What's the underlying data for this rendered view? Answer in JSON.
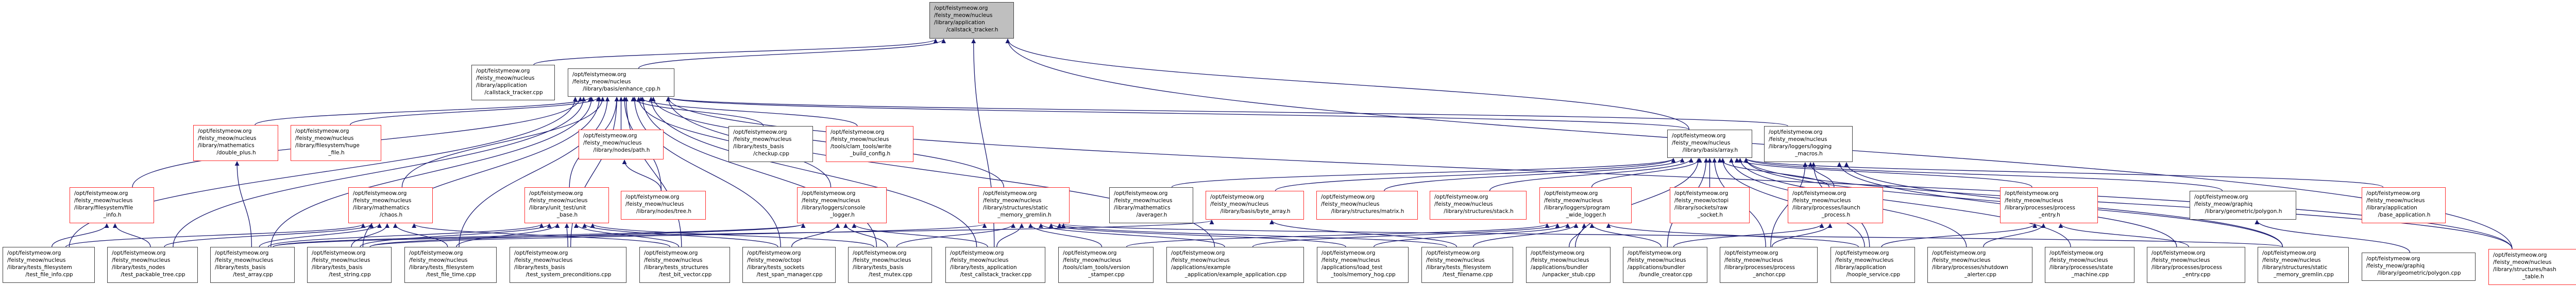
{
  "graph": {
    "colors": {
      "edge": "#191970",
      "root_fill": "#bfbfbf",
      "truncated_border": "#ff2a2a",
      "normal_border": "#404040"
    },
    "nodes": [
      {
        "id": "root",
        "style": "root",
        "lines": [
          "/opt/feistymeow.org",
          "/feisty_meow/nucleus",
          "/library/application",
          "/callstack_tracker.h"
        ]
      },
      {
        "id": "cst_cpp",
        "style": "normal",
        "lines": [
          "/opt/feistymeow.org",
          "/feisty_meow/nucleus",
          "/library/application",
          "/callstack_tracker.cpp"
        ]
      },
      {
        "id": "enhance",
        "style": "normal",
        "lines": [
          "/opt/feistymeow.org",
          "/feisty_meow/nucleus",
          "/library/basis/enhance_cpp.h"
        ]
      },
      {
        "id": "double_plus",
        "style": "truncated",
        "lines": [
          "/opt/feistymeow.org",
          "/feisty_meow/nucleus",
          "/library/mathematics",
          "/double_plus.h"
        ]
      },
      {
        "id": "huge_file",
        "style": "truncated",
        "lines": [
          "/opt/feistymeow.org",
          "/feisty_meow/nucleus",
          "/library/filesystem/huge",
          "_file.h"
        ]
      },
      {
        "id": "path",
        "style": "truncated",
        "lines": [
          "/opt/feistymeow.org",
          "/feisty_meow/nucleus",
          "/library/nodes/path.h"
        ]
      },
      {
        "id": "checkup",
        "style": "normal",
        "lines": [
          "/opt/feistymeow.org",
          "/feisty_meow/nucleus",
          "/library/tests_basis",
          "/checkup.cpp"
        ]
      },
      {
        "id": "write_build_config",
        "style": "truncated",
        "lines": [
          "/opt/feistymeow.org",
          "/feisty_meow/nucleus",
          "/tools/clam_tools/write",
          "_build_config.h"
        ]
      },
      {
        "id": "array",
        "style": "normal",
        "lines": [
          "/opt/feistymeow.org",
          "/feisty_meow/nucleus",
          "/library/basis/array.h"
        ]
      },
      {
        "id": "logging_macros",
        "style": "normal",
        "lines": [
          "/opt/feistymeow.org",
          "/feisty_meow/nucleus",
          "/library/loggers/logging",
          "_macros.h"
        ]
      },
      {
        "id": "file_info_h",
        "style": "truncated",
        "lines": [
          "/opt/feistymeow.org",
          "/feisty_meow/nucleus",
          "/library/filesystem/file",
          "_info.h"
        ]
      },
      {
        "id": "chaos",
        "style": "truncated",
        "lines": [
          "/opt/feistymeow.org",
          "/feisty_meow/nucleus",
          "/library/mathematics",
          "/chaos.h"
        ]
      },
      {
        "id": "unit_base",
        "style": "truncated",
        "lines": [
          "/opt/feistymeow.org",
          "/feisty_meow/nucleus",
          "/library/unit_test/unit",
          "_base.h"
        ]
      },
      {
        "id": "tree",
        "style": "truncated",
        "lines": [
          "/opt/feistymeow.org",
          "/feisty_meow/nucleus",
          "/library/nodes/tree.h"
        ]
      },
      {
        "id": "console_logger",
        "style": "truncated",
        "lines": [
          "/opt/feistymeow.org",
          "/feisty_meow/nucleus",
          "/library/loggers/console",
          "_logger.h"
        ]
      },
      {
        "id": "smg_h",
        "style": "truncated",
        "lines": [
          "/opt/feistymeow.org",
          "/feisty_meow/nucleus",
          "/library/structures/static",
          "_memory_gremlin.h"
        ]
      },
      {
        "id": "averager",
        "style": "normal",
        "lines": [
          "/opt/feistymeow.org",
          "/feisty_meow/nucleus",
          "/library/mathematics",
          "/averager.h"
        ]
      },
      {
        "id": "byte_array",
        "style": "truncated",
        "lines": [
          "/opt/feistymeow.org",
          "/feisty_meow/nucleus",
          "/library/basis/byte_array.h"
        ]
      },
      {
        "id": "matrix",
        "style": "truncated",
        "lines": [
          "/opt/feistymeow.org",
          "/feisty_meow/nucleus",
          "/library/structures/matrix.h"
        ]
      },
      {
        "id": "stack",
        "style": "truncated",
        "lines": [
          "/opt/feistymeow.org",
          "/feisty_meow/nucleus",
          "/library/structures/stack.h"
        ]
      },
      {
        "id": "pwl",
        "style": "truncated",
        "lines": [
          "/opt/feistymeow.org",
          "/feisty_meow/nucleus",
          "/library/loggers/program",
          "_wide_logger.h"
        ]
      },
      {
        "id": "raw_socket",
        "style": "truncated",
        "lines": [
          "/opt/feistymeow.org",
          "/feisty_meow/octopi",
          "/library/sockets/raw",
          "_socket.h"
        ]
      },
      {
        "id": "launch",
        "style": "truncated",
        "lines": [
          "/opt/feistymeow.org",
          "/feisty_meow/nucleus",
          "/library/processes/launch",
          "_process.h"
        ]
      },
      {
        "id": "pentry_h",
        "style": "truncated",
        "lines": [
          "/opt/feistymeow.org",
          "/feisty_meow/nucleus",
          "/library/processes/process",
          "_entry.h"
        ]
      },
      {
        "id": "polygon_h",
        "style": "normal",
        "lines": [
          "/opt/feistymeow.org",
          "/feisty_meow/graphiq",
          "/library/geometric/polygon.h"
        ]
      },
      {
        "id": "base_app",
        "style": "truncated",
        "lines": [
          "/opt/feistymeow.org",
          "/feisty_meow/nucleus",
          "/library/application",
          "/base_application.h"
        ]
      },
      {
        "id": "test_file_info",
        "style": "normal",
        "lines": [
          "/opt/feistymeow.org",
          "/feisty_meow/nucleus",
          "/library/tests_filesystem",
          "/test_file_info.cpp"
        ]
      },
      {
        "id": "test_packable_tree",
        "style": "normal",
        "lines": [
          "/opt/feistymeow.org",
          "/feisty_meow/nucleus",
          "/library/tests_nodes",
          "/test_packable_tree.cpp"
        ]
      },
      {
        "id": "test_array",
        "style": "normal",
        "lines": [
          "/opt/feistymeow.org",
          "/feisty_meow/nucleus",
          "/library/tests_basis",
          "/test_array.cpp"
        ]
      },
      {
        "id": "test_string",
        "style": "normal",
        "lines": [
          "/opt/feistymeow.org",
          "/feisty_meow/nucleus",
          "/library/tests_basis",
          "/test_string.cpp"
        ]
      },
      {
        "id": "test_file_time",
        "style": "normal",
        "lines": [
          "/opt/feistymeow.org",
          "/feisty_meow/nucleus",
          "/library/tests_filesystem",
          "/test_file_time.cpp"
        ]
      },
      {
        "id": "test_sys_pre",
        "style": "normal",
        "lines": [
          "/opt/feistymeow.org",
          "/feisty_meow/nucleus",
          "/library/tests_basis",
          "/test_system_preconditions.cpp"
        ]
      },
      {
        "id": "test_bit_vector",
        "style": "normal",
        "lines": [
          "/opt/feistymeow.org",
          "/feisty_meow/nucleus",
          "/library/tests_structures",
          "/test_bit_vector.cpp"
        ]
      },
      {
        "id": "test_span_manager",
        "style": "normal",
        "lines": [
          "/opt/feistymeow.org",
          "/feisty_meow/octopi",
          "/library/tests_sockets",
          "/test_span_manager.cpp"
        ]
      },
      {
        "id": "test_mutex",
        "style": "normal",
        "lines": [
          "/opt/feistymeow.org",
          "/feisty_meow/nucleus",
          "/library/tests_basis",
          "/test_mutex.cpp"
        ]
      },
      {
        "id": "test_callstack_tracker",
        "style": "normal",
        "lines": [
          "/opt/feistymeow.org",
          "/feisty_meow/nucleus",
          "/library/tests_application",
          "/test_callstack_tracker.cpp"
        ]
      },
      {
        "id": "version_stamper",
        "style": "normal",
        "lines": [
          "/opt/feistymeow.org",
          "/feisty_meow/nucleus",
          "/tools/clam_tools/version",
          "_stamper.cpp"
        ]
      },
      {
        "id": "example_app",
        "style": "normal",
        "lines": [
          "/opt/feistymeow.org",
          "/feisty_meow/nucleus",
          "/applications/example",
          "_application/example_application.cpp"
        ]
      },
      {
        "id": "memory_hog",
        "style": "normal",
        "lines": [
          "/opt/feistymeow.org",
          "/feisty_meow/nucleus",
          "/applications/load_test",
          "_tools/memory_hog.cpp"
        ]
      },
      {
        "id": "test_filename",
        "style": "normal",
        "lines": [
          "/opt/feistymeow.org",
          "/feisty_meow/nucleus",
          "/library/tests_filesystem",
          "/test_filename.cpp"
        ]
      },
      {
        "id": "unpacker_stub",
        "style": "normal",
        "lines": [
          "/opt/feistymeow.org",
          "/feisty_meow/nucleus",
          "/applications/bundler",
          "/unpacker_stub.cpp"
        ]
      },
      {
        "id": "bundle_creator",
        "style": "normal",
        "lines": [
          "/opt/feistymeow.org",
          "/feisty_meow/nucleus",
          "/applications/bundler",
          "/bundle_creator.cpp"
        ]
      },
      {
        "id": "process_anchor",
        "style": "normal",
        "lines": [
          "/opt/feistymeow.org",
          "/feisty_meow/nucleus",
          "/library/processes/process",
          "_anchor.cpp"
        ]
      },
      {
        "id": "hoople_service",
        "style": "normal",
        "lines": [
          "/opt/feistymeow.org",
          "/feisty_meow/nucleus",
          "/library/application",
          "/hoople_service.cpp"
        ]
      },
      {
        "id": "shutdown_alerter",
        "style": "normal",
        "lines": [
          "/opt/feistymeow.org",
          "/feisty_meow/nucleus",
          "/library/processes/shutdown",
          "_alerter.cpp"
        ]
      },
      {
        "id": "state_machine",
        "style": "normal",
        "lines": [
          "/opt/feistymeow.org",
          "/feisty_meow/nucleus",
          "/library/processes/state",
          "_machine.cpp"
        ]
      },
      {
        "id": "pentry_cpp",
        "style": "normal",
        "lines": [
          "/opt/feistymeow.org",
          "/feisty_meow/nucleus",
          "/library/processes/process",
          "_entry.cpp"
        ]
      },
      {
        "id": "smg_cpp",
        "style": "normal",
        "lines": [
          "/opt/feistymeow.org",
          "/feisty_meow/nucleus",
          "/library/structures/static",
          "_memory_gremlin.cpp"
        ]
      },
      {
        "id": "polygon_cpp",
        "style": "normal",
        "lines": [
          "/opt/feistymeow.org",
          "/feisty_meow/graphiq",
          "/library/geometric/polygon.cpp"
        ]
      },
      {
        "id": "hash_table",
        "style": "truncated",
        "lines": [
          "/opt/feistymeow.org",
          "/feisty_meow/nucleus",
          "/library/structures/hash",
          "_table.h"
        ]
      }
    ],
    "edges": [
      [
        "cst_cpp",
        "root"
      ],
      [
        "enhance",
        "root"
      ],
      [
        "test_callstack_tracker",
        "root"
      ],
      [
        "array",
        "root"
      ],
      [
        "hash_table",
        "root"
      ],
      [
        "double_plus",
        "enhance"
      ],
      [
        "huge_file",
        "enhance"
      ],
      [
        "path",
        "enhance"
      ],
      [
        "checkup",
        "enhance"
      ],
      [
        "write_build_config",
        "enhance"
      ],
      [
        "array",
        "enhance"
      ],
      [
        "logging_macros",
        "enhance"
      ],
      [
        "file_info_h",
        "enhance"
      ],
      [
        "chaos",
        "enhance"
      ],
      [
        "unit_base",
        "enhance"
      ],
      [
        "tree",
        "enhance"
      ],
      [
        "console_logger",
        "enhance"
      ],
      [
        "smg_h",
        "enhance"
      ],
      [
        "test_file_info",
        "enhance"
      ],
      [
        "test_packable_tree",
        "enhance"
      ],
      [
        "test_array",
        "enhance"
      ],
      [
        "test_string",
        "enhance"
      ],
      [
        "test_file_time",
        "enhance"
      ],
      [
        "test_sys_pre",
        "enhance"
      ],
      [
        "test_bit_vector",
        "enhance"
      ],
      [
        "test_span_manager",
        "enhance"
      ],
      [
        "test_mutex",
        "enhance"
      ],
      [
        "test_callstack_tracker",
        "enhance"
      ],
      [
        "example_app",
        "enhance"
      ],
      [
        "hash_table",
        "enhance"
      ],
      [
        "averager",
        "array"
      ],
      [
        "byte_array",
        "array"
      ],
      [
        "matrix",
        "array"
      ],
      [
        "stack",
        "array"
      ],
      [
        "pwl",
        "array"
      ],
      [
        "raw_socket",
        "array"
      ],
      [
        "launch",
        "array"
      ],
      [
        "pentry_h",
        "array"
      ],
      [
        "polygon_h",
        "array"
      ],
      [
        "base_app",
        "array"
      ],
      [
        "unpacker_stub",
        "array"
      ],
      [
        "bundle_creator",
        "array"
      ],
      [
        "hoople_service",
        "array"
      ],
      [
        "shutdown_alerter",
        "array"
      ],
      [
        "state_machine",
        "array"
      ],
      [
        "smg_cpp",
        "array"
      ],
      [
        "hash_table",
        "array"
      ],
      [
        "process_anchor",
        "array"
      ],
      [
        "launch",
        "logging_macros"
      ],
      [
        "hoople_service",
        "logging_macros"
      ],
      [
        "process_anchor",
        "logging_macros"
      ],
      [
        "pentry_cpp",
        "logging_macros"
      ],
      [
        "smg_cpp",
        "logging_macros"
      ],
      [
        "test_array",
        "double_plus"
      ],
      [
        "test_file_info",
        "file_info_h"
      ],
      [
        "test_packable_tree",
        "file_info_h"
      ],
      [
        "test_file_info",
        "chaos"
      ],
      [
        "test_packable_tree",
        "chaos"
      ],
      [
        "test_array",
        "chaos"
      ],
      [
        "test_string",
        "chaos"
      ],
      [
        "test_file_time",
        "chaos"
      ],
      [
        "test_bit_vector",
        "chaos"
      ],
      [
        "tree",
        "path"
      ],
      [
        "test_array",
        "unit_base"
      ],
      [
        "test_string",
        "unit_base"
      ],
      [
        "test_file_time",
        "unit_base"
      ],
      [
        "test_sys_pre",
        "unit_base"
      ],
      [
        "test_bit_vector",
        "unit_base"
      ],
      [
        "test_span_manager",
        "unit_base"
      ],
      [
        "test_mutex",
        "unit_base"
      ],
      [
        "test_array",
        "console_logger"
      ],
      [
        "test_string",
        "console_logger"
      ],
      [
        "test_span_manager",
        "console_logger"
      ],
      [
        "test_mutex",
        "console_logger"
      ],
      [
        "test_callstack_tracker",
        "console_logger"
      ],
      [
        "test_string",
        "smg_h"
      ],
      [
        "test_mutex",
        "smg_h"
      ],
      [
        "test_callstack_tracker",
        "smg_h"
      ],
      [
        "version_stamper",
        "smg_h"
      ],
      [
        "example_app",
        "smg_h"
      ],
      [
        "memory_hog",
        "smg_h"
      ],
      [
        "test_filename",
        "smg_h"
      ],
      [
        "smg_cpp",
        "smg_h"
      ],
      [
        "test_array",
        "byte_array"
      ],
      [
        "test_filename",
        "byte_array"
      ],
      [
        "version_stamper",
        "pwl"
      ],
      [
        "example_app",
        "pwl"
      ],
      [
        "memory_hog",
        "pwl"
      ],
      [
        "test_filename",
        "pwl"
      ],
      [
        "unpacker_stub",
        "pwl"
      ],
      [
        "bundle_creator",
        "pwl"
      ],
      [
        "hoople_service",
        "pwl"
      ],
      [
        "bundle_creator",
        "launch"
      ],
      [
        "process_anchor",
        "launch"
      ],
      [
        "shutdown_alerter",
        "pentry_h"
      ],
      [
        "hoople_service",
        "pentry_h"
      ],
      [
        "pentry_cpp",
        "pentry_h"
      ],
      [
        "polygon_cpp",
        "polygon_h"
      ]
    ]
  }
}
